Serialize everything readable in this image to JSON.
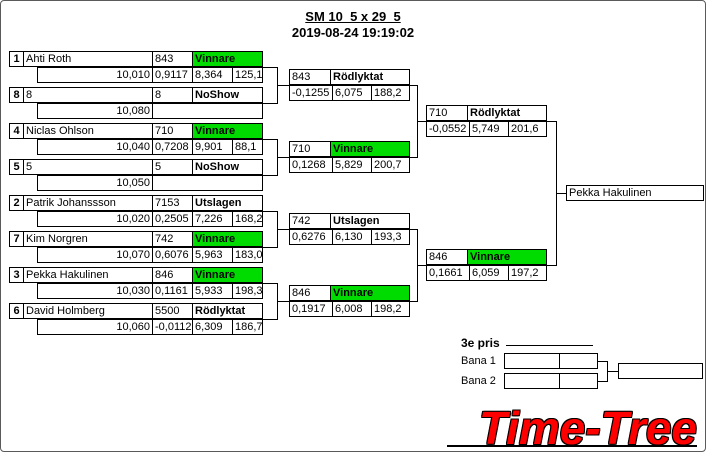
{
  "header": {
    "title": "SM 10  5 x 29  5",
    "datetime": "2019-08-24 19:19:02"
  },
  "colors": {
    "winner_bg": "#00DB00",
    "logo_red": "#FF0000"
  },
  "bracket": {
    "round1": [
      {
        "seed": "1",
        "name": "Ahti Roth",
        "dial": "10,010",
        "car": "843",
        "status": "Vinnare",
        "win": true,
        "stats": [
          "0,9117",
          "8,364",
          "125,1"
        ]
      },
      {
        "seed": "8",
        "name": "8",
        "dial": "10,080",
        "car": "8",
        "status": "NoShow",
        "win": false,
        "stats": []
      },
      {
        "seed": "4",
        "name": "Niclas Ohlson",
        "dial": "10,040",
        "car": "710",
        "status": "Vinnare",
        "win": true,
        "stats": [
          "0,7208",
          "9,901",
          "88,1"
        ]
      },
      {
        "seed": "5",
        "name": "5",
        "dial": "10,050",
        "car": "5",
        "status": "NoShow",
        "win": false,
        "stats": []
      },
      {
        "seed": "2",
        "name": "Patrik Johanssson",
        "dial": "10,020",
        "car": "7153",
        "status": "Utslagen",
        "win": false,
        "stats": [
          "0,2505",
          "7,226",
          "168,2"
        ]
      },
      {
        "seed": "7",
        "name": "Kim Norgren",
        "dial": "10,070",
        "car": "742",
        "status": "Vinnare",
        "win": true,
        "stats": [
          "0,6076",
          "5,963",
          "183,0"
        ]
      },
      {
        "seed": "3",
        "name": "Pekka Hakulinen",
        "dial": "10,030",
        "car": "846",
        "status": "Vinnare",
        "win": true,
        "stats": [
          "0,1161",
          "5,933",
          "198,3"
        ]
      },
      {
        "seed": "6",
        "name": "David Holmberg",
        "dial": "10,060",
        "car": "5500",
        "status": "Rödlyktat",
        "win": false,
        "stats": [
          "-0,0112",
          "6,309",
          "186,7"
        ]
      }
    ],
    "semifinals": [
      {
        "car": "843",
        "status": "Rödlyktat",
        "win": false,
        "stats": [
          "-0,1255",
          "6,075",
          "188,2"
        ]
      },
      {
        "car": "710",
        "status": "Vinnare",
        "win": true,
        "stats": [
          "0,1268",
          "5,829",
          "200,7"
        ]
      },
      {
        "car": "742",
        "status": "Utslagen",
        "win": false,
        "stats": [
          "0,6276",
          "6,130",
          "193,3"
        ]
      },
      {
        "car": "846",
        "status": "Vinnare",
        "win": true,
        "stats": [
          "0,1917",
          "6,008",
          "198,2"
        ]
      }
    ],
    "final": [
      {
        "car": "710",
        "status": "Rödlyktat",
        "win": false,
        "stats": [
          "-0,0552",
          "5,749",
          "201,6"
        ]
      },
      {
        "car": "846",
        "status": "Vinnare",
        "win": true,
        "stats": [
          "0,1661",
          "6,059",
          "197,2"
        ]
      }
    ],
    "champion": "Pekka Hakulinen"
  },
  "third_prize": {
    "label": "3e pris",
    "lane1_label": "Bana 1",
    "lane2_label": "Bana 2"
  },
  "logo_text": "Time-Tree"
}
